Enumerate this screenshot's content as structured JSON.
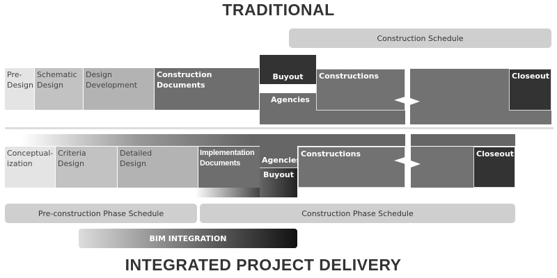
{
  "traditional": {
    "title": "TRADITIONAL",
    "schedule": "Construction Schedule",
    "phases": {
      "pre_design": "Pre-\nDesign",
      "schematic": "Schematic\nDesign",
      "design_dev": "Design\nDevelopment",
      "construction_docs": "Construction\nDocuments",
      "buyout": "Buyout",
      "agencies": "Agencies",
      "constructions": "Constructions",
      "closeout": "Closeout"
    }
  },
  "ipd": {
    "title": "INTEGRATED PROJECT DELIVERY",
    "phases": {
      "conceptualization": "Conceptual-\nization",
      "criteria": "Criteria\nDesign",
      "detailed": "Detailed\nDesign",
      "implementation": "Implementation\nDocuments",
      "agencies": "Agencies",
      "buyout": "Buyout",
      "constructions": "Constructions",
      "closeout": "Closeout"
    },
    "pre_schedule": "Pre-construction Phase Schedule",
    "construction_schedule": "Construction Phase Schedule",
    "bim": "BIM INTEGRATION"
  }
}
